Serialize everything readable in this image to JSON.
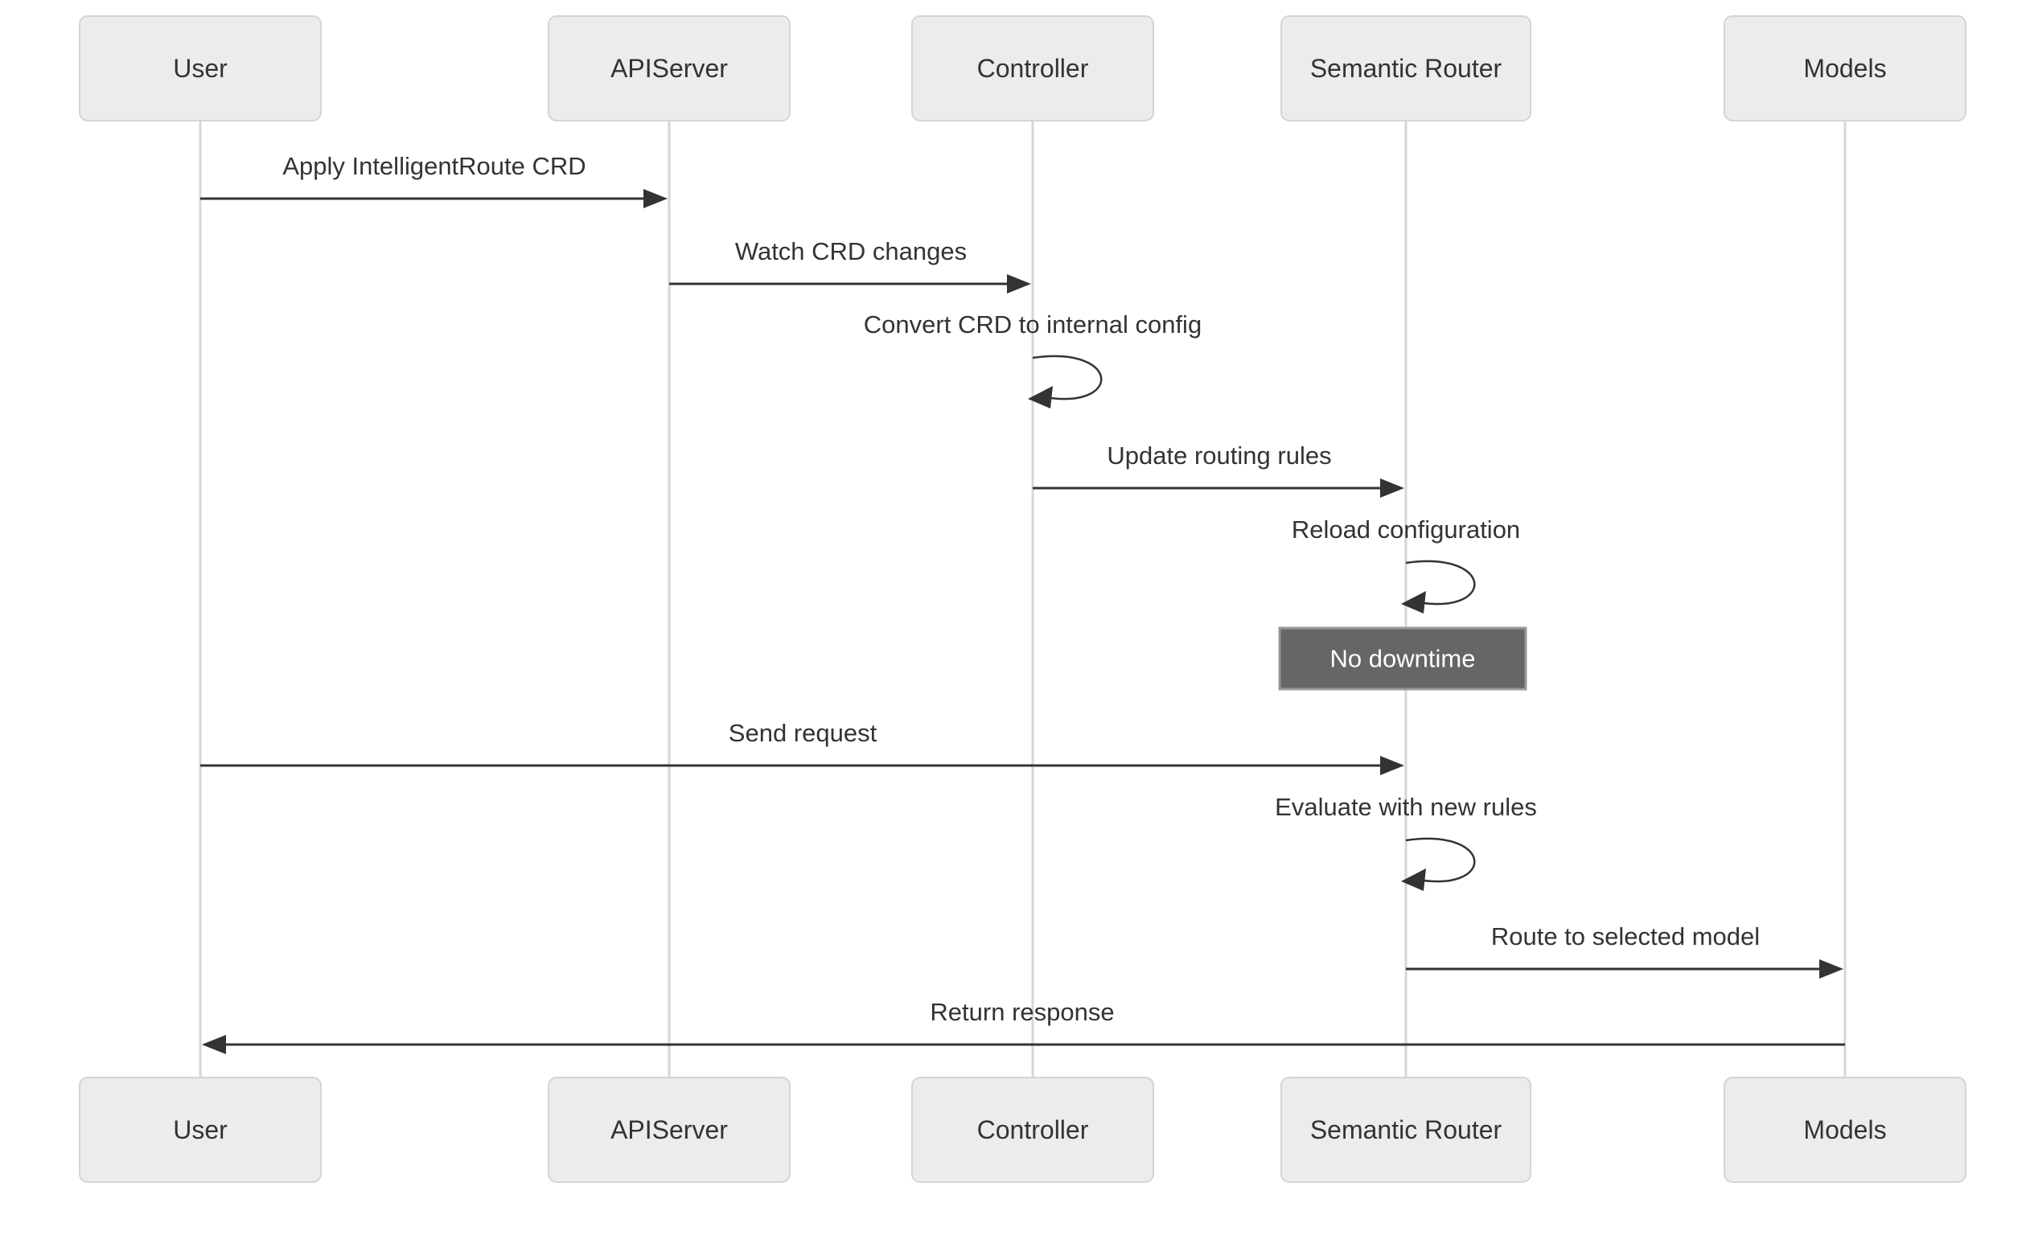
{
  "diagram": {
    "kind": "sequence-diagram",
    "actors": [
      {
        "id": "user",
        "label": "User"
      },
      {
        "id": "apiserver",
        "label": "APIServer"
      },
      {
        "id": "controller",
        "label": "Controller"
      },
      {
        "id": "semantic-router",
        "label": "Semantic Router"
      },
      {
        "id": "models",
        "label": "Models"
      }
    ],
    "messages": [
      {
        "from": "User",
        "to": "APIServer",
        "type": "arrow",
        "label": "Apply IntelligentRoute CRD"
      },
      {
        "from": "APIServer",
        "to": "Controller",
        "type": "arrow",
        "label": "Watch CRD changes"
      },
      {
        "from": "Controller",
        "to": "Controller",
        "type": "self",
        "label": "Convert CRD to internal config"
      },
      {
        "from": "Controller",
        "to": "Semantic Router",
        "type": "arrow",
        "label": "Update routing rules"
      },
      {
        "from": "Semantic Router",
        "to": "Semantic Router",
        "type": "self",
        "label": "Reload configuration"
      },
      {
        "from": "User",
        "to": "Semantic Router",
        "type": "arrow",
        "label": "Send request"
      },
      {
        "from": "Semantic Router",
        "to": "Semantic Router",
        "type": "self",
        "label": "Evaluate with new rules"
      },
      {
        "from": "Semantic Router",
        "to": "Models",
        "type": "arrow",
        "label": "Route to selected model"
      },
      {
        "from": "Models",
        "to": "User",
        "type": "arrow",
        "label": "Return response"
      }
    ],
    "note": {
      "over": "Semantic Router",
      "label": "No downtime"
    },
    "colors": {
      "background": "#ffffff",
      "actor_fill": "#ececec",
      "actor_border": "#d4d4d4",
      "lifeline": "#d6d6d6",
      "message_line": "#333333",
      "message_text": "#333333",
      "note_fill": "#666666",
      "note_border": "#999999",
      "note_text": "#ffffff"
    }
  }
}
